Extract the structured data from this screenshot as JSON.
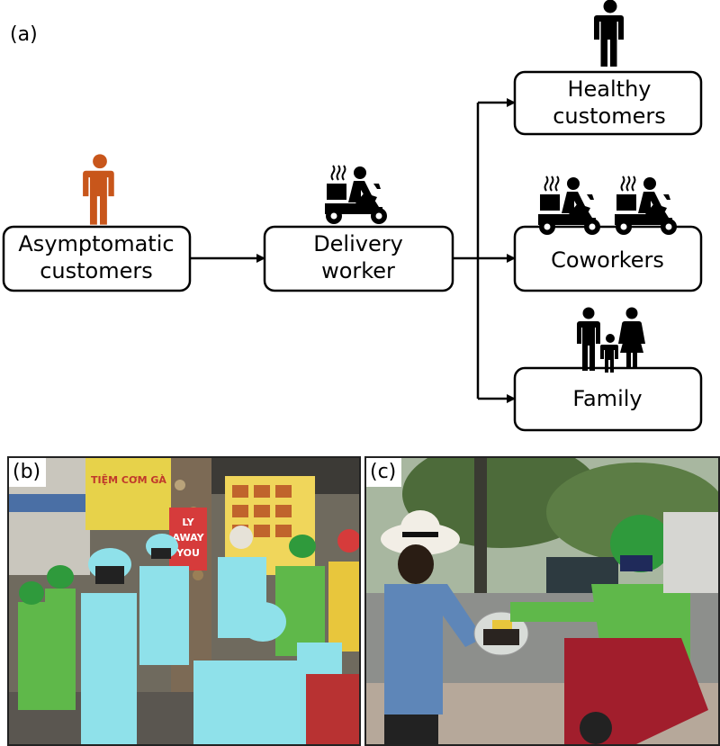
{
  "panels": {
    "a": "(a)",
    "b": "(b)",
    "c": "(c)"
  },
  "nodes": {
    "source": {
      "line1": "Asymptomatic",
      "line2": "customers"
    },
    "worker": {
      "line1": "Delivery",
      "line2": "worker"
    },
    "healthy": {
      "line1": "Healthy",
      "line2": "customers"
    },
    "coworkers": {
      "line1": "Coworkers"
    },
    "family": {
      "line1": "Family"
    }
  },
  "photo_b": {
    "sign_left": "TIỆM CƠM GÀ",
    "sign_red": "LY\nAWAY\nYOU"
  },
  "colors": {
    "infected_person": "#c8561b",
    "healthy_person": "#000000",
    "uniform_blue": "#8fe1ea",
    "uniform_green": "#5fb84a",
    "helmet_green": "#2f9a3c"
  },
  "icons": {
    "source": "person-icon",
    "worker": "delivery-scooter-icon",
    "healthy": "person-icon",
    "coworkers": "delivery-scooter-icon",
    "family": "family-icon"
  }
}
